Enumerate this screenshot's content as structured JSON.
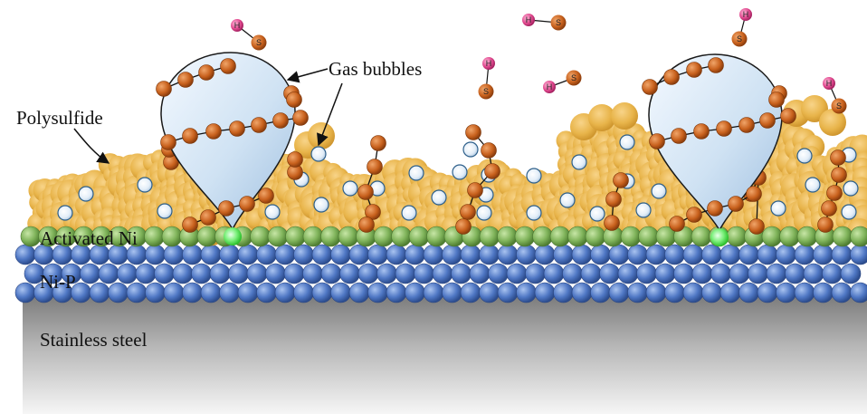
{
  "labels": {
    "gas_bubbles": "Gas bubbles",
    "polysulfide": "Polysulfide",
    "activated_ni": "Activated Ni",
    "ni_p": "Ni-P",
    "stainless_steel": "Stainless steel"
  },
  "molecule_atoms": {
    "hydrogen": "H",
    "sulfur": "S"
  },
  "colors": {
    "polysulfide": "#e8b44a",
    "activated_ni": "#7fb35a",
    "ni_p": "#4f77c4",
    "stainless_steel_top": "#7a7a7a",
    "stainless_steel_bottom": "#f4f4f4",
    "sulfur_atom": "#c8611d",
    "hydrogen_atom": "#e0488e",
    "bubble": "#cfe2f3",
    "nucleation_site": "#46e046"
  }
}
